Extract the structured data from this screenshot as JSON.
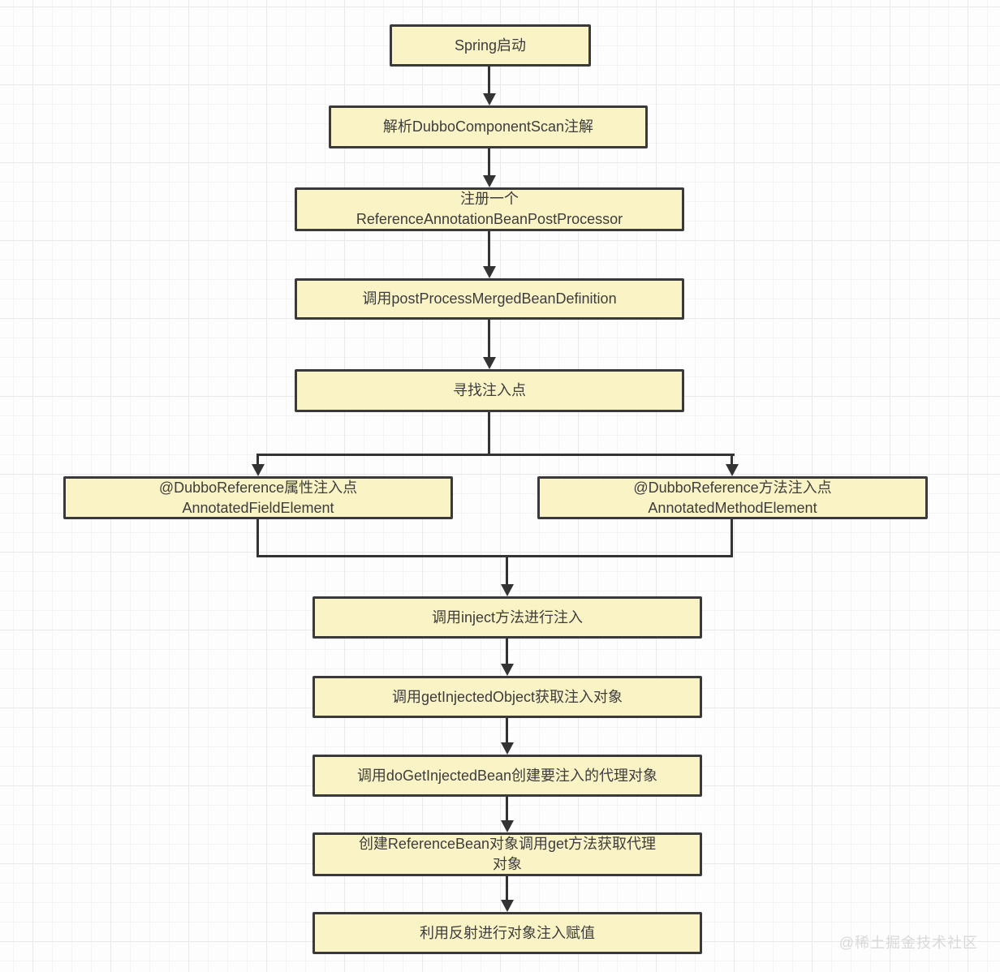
{
  "diagram": {
    "title_hint": "Dubbo @DubboReference injection flow",
    "watermark": "@稀土掘金技术社区",
    "colors": {
      "node_fill": "#FAF3C6",
      "node_border": "#3A3A3A",
      "connector": "#333333",
      "grid_minor": "#F4F4F4",
      "grid_major": "#E9E9E9",
      "background": "#FDFDFD",
      "watermark_text": "#D9D9D9"
    },
    "nodes": [
      {
        "id": "spring-start",
        "lines": [
          "Spring启动"
        ]
      },
      {
        "id": "parse-dubbo-component-scan",
        "lines": [
          "解析DubboComponentScan注解"
        ]
      },
      {
        "id": "register-reference-annotation-bean-post-processor",
        "lines": [
          "注册一个",
          "ReferenceAnnotationBeanPostProcessor"
        ]
      },
      {
        "id": "call-post-process-merged-bean-definition",
        "lines": [
          "调用postProcessMergedBeanDefinition"
        ]
      },
      {
        "id": "find-injection-points",
        "lines": [
          "寻找注入点"
        ]
      },
      {
        "id": "field-injection-point",
        "lines": [
          "@DubboReference属性注入点",
          "AnnotatedFieldElement"
        ]
      },
      {
        "id": "method-injection-point",
        "lines": [
          "@DubboReference方法注入点",
          "AnnotatedMethodElement"
        ]
      },
      {
        "id": "call-inject",
        "lines": [
          "调用inject方法进行注入"
        ]
      },
      {
        "id": "call-get-injected-object",
        "lines": [
          "调用getInjectedObject获取注入对象"
        ]
      },
      {
        "id": "call-do-get-injected-bean",
        "lines": [
          "调用doGetInjectedBean创建要注入的代理对象"
        ]
      },
      {
        "id": "create-reference-bean-get",
        "lines": [
          "创建ReferenceBean对象调用get方法获取代理",
          "对象"
        ]
      },
      {
        "id": "reflection-injection",
        "lines": [
          "利用反射进行对象注入赋值"
        ]
      }
    ],
    "edges": [
      {
        "from": "spring-start",
        "to": "parse-dubbo-component-scan"
      },
      {
        "from": "parse-dubbo-component-scan",
        "to": "register-reference-annotation-bean-post-processor"
      },
      {
        "from": "register-reference-annotation-bean-post-processor",
        "to": "call-post-process-merged-bean-definition"
      },
      {
        "from": "call-post-process-merged-bean-definition",
        "to": "find-injection-points"
      },
      {
        "from": "find-injection-points",
        "to": "field-injection-point"
      },
      {
        "from": "find-injection-points",
        "to": "method-injection-point"
      },
      {
        "from": "field-injection-point",
        "to": "call-inject"
      },
      {
        "from": "method-injection-point",
        "to": "call-inject"
      },
      {
        "from": "call-inject",
        "to": "call-get-injected-object"
      },
      {
        "from": "call-get-injected-object",
        "to": "call-do-get-injected-bean"
      },
      {
        "from": "call-do-get-injected-bean",
        "to": "create-reference-bean-get"
      },
      {
        "from": "create-reference-bean-get",
        "to": "reflection-injection"
      }
    ]
  }
}
